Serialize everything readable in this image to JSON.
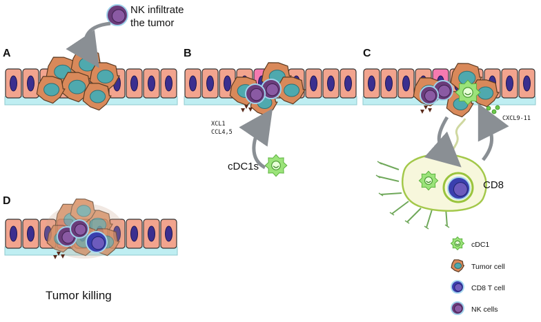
{
  "intro": {
    "label_line1": "NK infiltrate",
    "label_line2": "the tumor"
  },
  "panels": {
    "a": {
      "letter": "A"
    },
    "b": {
      "letter": "B",
      "chemokine_line1": "XCL1",
      "chemokine_line2": "CCL4,5",
      "cell_label": "cDC1s"
    },
    "c": {
      "letter": "C",
      "chemokine": "CXCL9-11",
      "cell_label": "CD8"
    },
    "d": {
      "letter": "D",
      "caption": "Tumor killing"
    }
  },
  "legend": [
    {
      "icon": "cdc1-icon",
      "label": "cDC1"
    },
    {
      "icon": "tumor-cell-icon",
      "label": "Tumor cell"
    },
    {
      "icon": "cd8-t-cell-icon",
      "label": "CD8 T cell"
    },
    {
      "icon": "nk-cell-icon",
      "label": "NK cells"
    }
  ],
  "colors": {
    "epithelium": "#f2a48e",
    "epithelium_border": "#333333",
    "nucleus": "#3b2f8f",
    "basement": "#bfeef2",
    "tumor_outer": "#d9895a",
    "tumor_inner": "#4fa9ae",
    "nk_outer": "#6a3c7a",
    "nk_inner": "#8a5aa3",
    "cd8_outer": "#3a3fae",
    "cd8_inner": "#6d5bbd",
    "cdc1": "#9be37a",
    "dc_body": "#f7f7dc",
    "arrow": "#8a8f94",
    "chemokine_dot": "#6cc94a",
    "chemokine_triangle": "#5a2a1a",
    "pink_cell": "#f57ab0"
  }
}
